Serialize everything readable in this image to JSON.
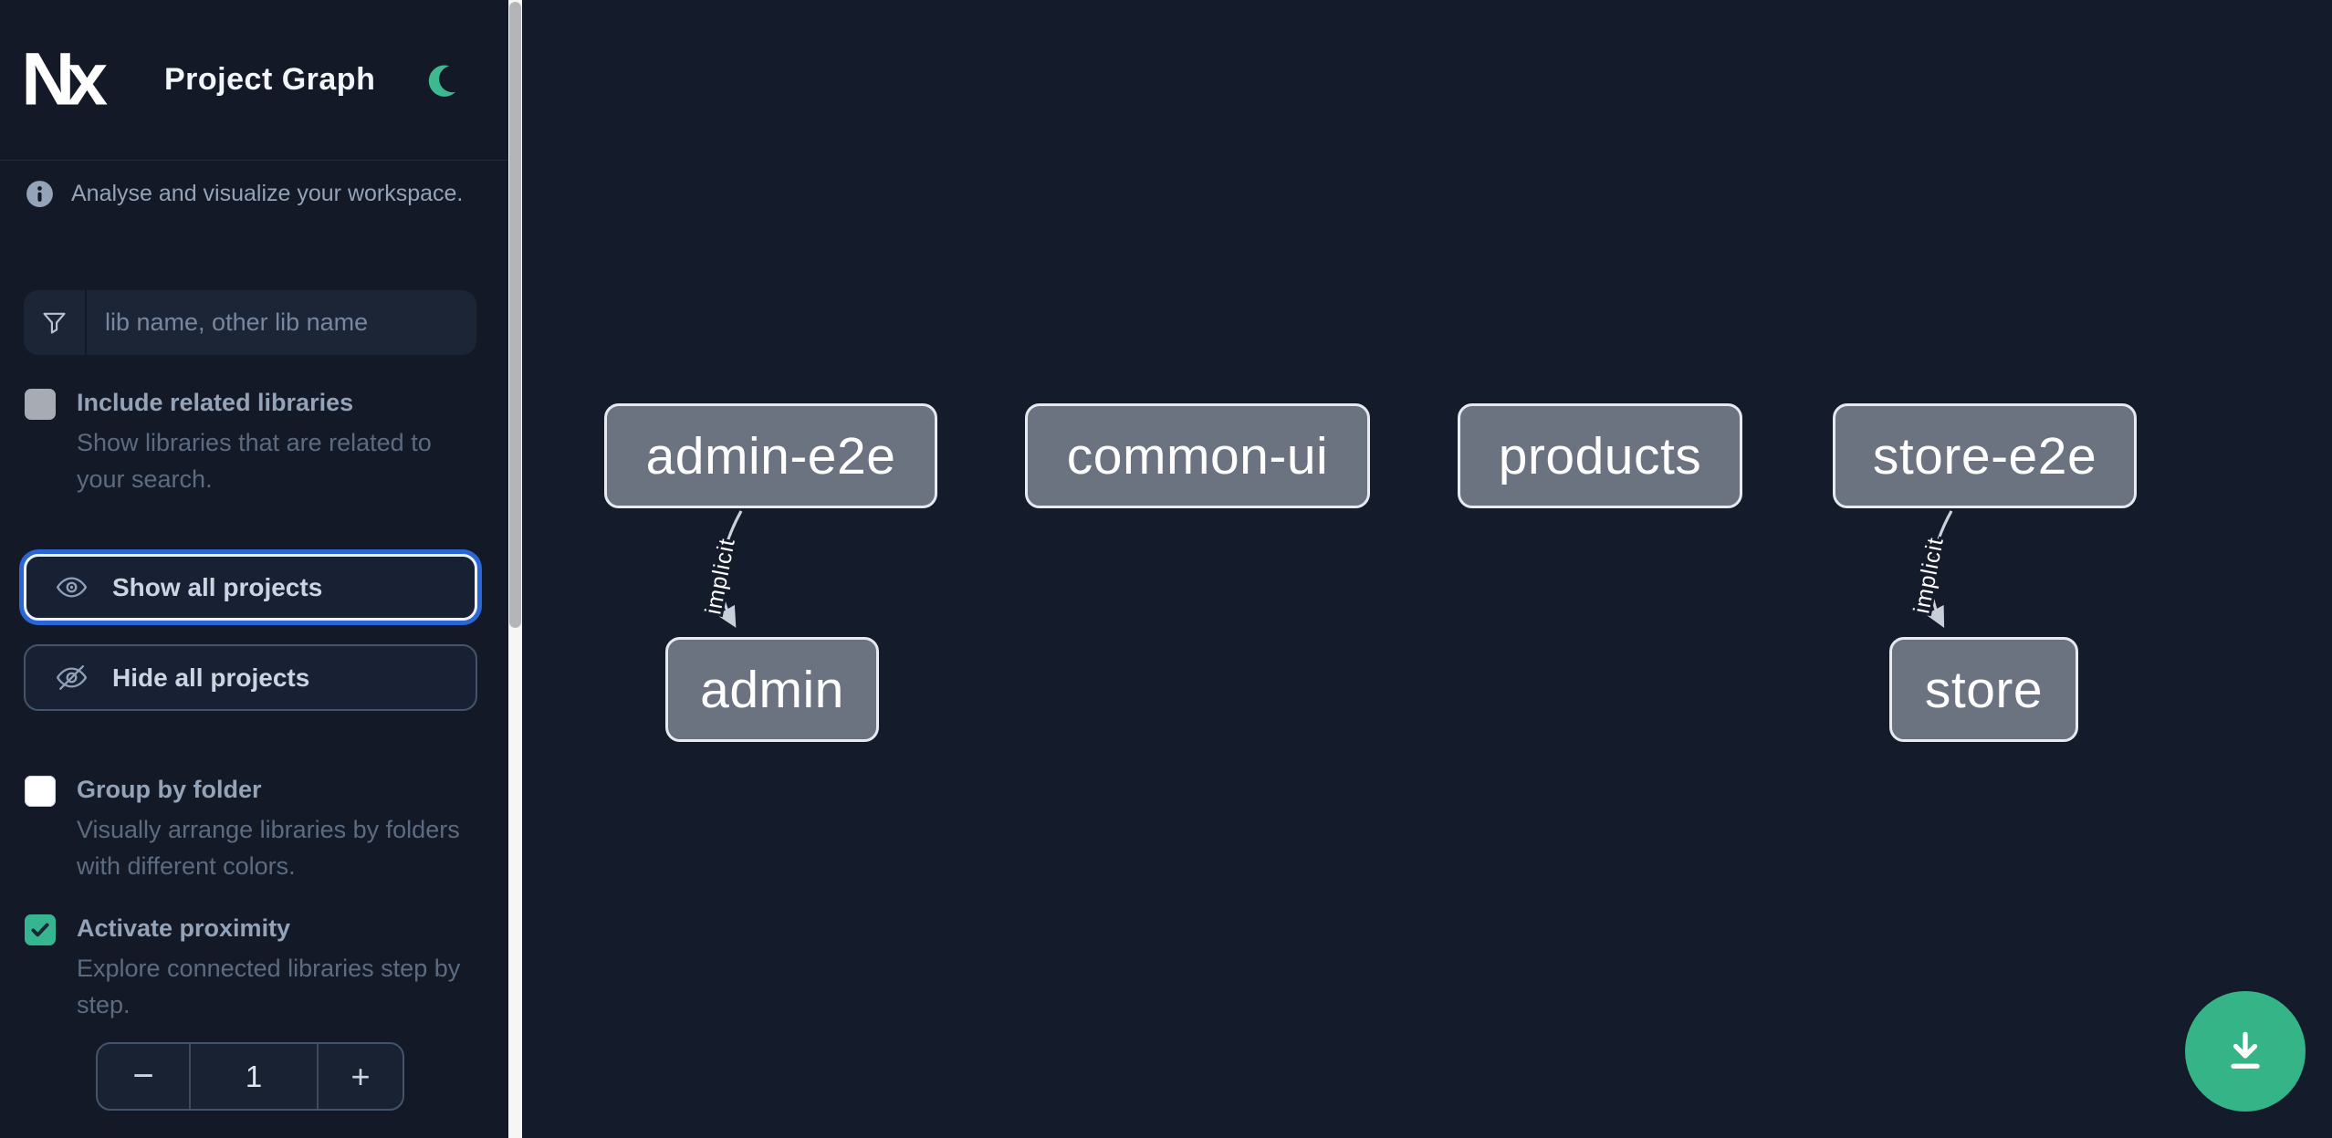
{
  "header": {
    "logo_text": "Nx",
    "title": "Project Graph",
    "theme_icon": "moon-icon"
  },
  "sidebar": {
    "tagline": "Analyse and visualize your workspace.",
    "search": {
      "placeholder": "lib name, other lib name",
      "icon": "funnel-icon"
    },
    "options": [
      {
        "label": "Include related libraries",
        "description": "Show libraries that are related to your search.",
        "checked": false,
        "state": "disabled"
      },
      {
        "label": "Group by folder",
        "description": "Visually arrange libraries by folders with different colors.",
        "checked": false,
        "state": "enabled"
      },
      {
        "label": "Activate proximity",
        "description": "Explore connected libraries step by step.",
        "checked": true,
        "state": "enabled"
      }
    ],
    "buttons": [
      {
        "label": "Show all projects",
        "icon": "eye-icon",
        "focused": true
      },
      {
        "label": "Hide all projects",
        "icon": "eye-slash-icon",
        "focused": false
      }
    ],
    "stepper": {
      "decrement": "−",
      "value": "1",
      "increment": "+"
    }
  },
  "canvas": {
    "nodes": [
      {
        "label": "admin-e2e"
      },
      {
        "label": "common-ui"
      },
      {
        "label": "products"
      },
      {
        "label": "store-e2e"
      },
      {
        "label": "admin"
      },
      {
        "label": "store"
      }
    ],
    "edges": [
      {
        "label": "implicit",
        "from": "admin-e2e",
        "to": "admin"
      },
      {
        "label": "implicit",
        "from": "store-e2e",
        "to": "store"
      }
    ]
  },
  "fab": {
    "icon": "download-icon"
  },
  "colors": {
    "accent_green": "#34b487",
    "focus_blue": "#2b66d9",
    "node_fill": "#6b7280",
    "sidebar_bg": "#131927",
    "canvas_bg": "#141b2b"
  }
}
